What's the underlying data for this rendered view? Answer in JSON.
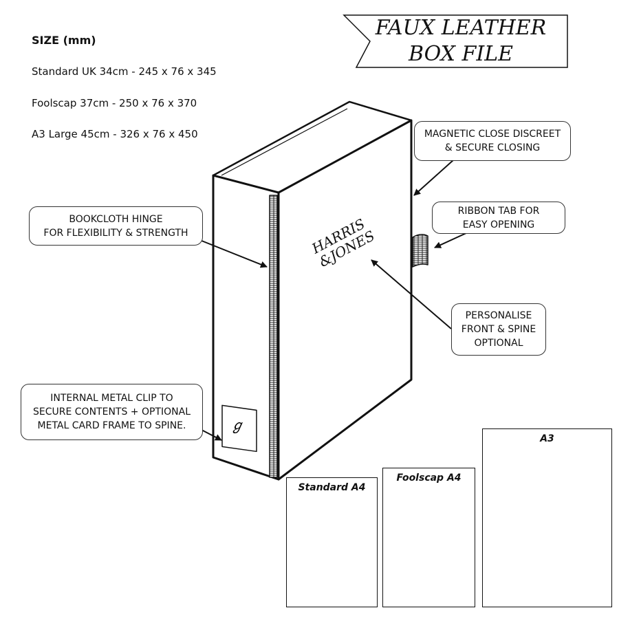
{
  "title": {
    "line1": "FAUX LEATHER",
    "line2": "BOX FILE"
  },
  "sizes": {
    "heading": "SIZE (mm)",
    "items": [
      "Standard UK 34cm - 245 x 76 x 345",
      "Foolscap 37cm - 250 x 76 x 370",
      "A3 Large 45cm - 326 x 76 x 450"
    ]
  },
  "callouts": {
    "magnetic": [
      "MAGNETIC CLOSE DISCREET",
      "& SECURE CLOSING"
    ],
    "ribbon": [
      "RIBBON TAB FOR",
      "EASY OPENING"
    ],
    "bookcloth": [
      "BOOKCLOTH HINGE",
      "FOR FLEXIBILITY & STRENGTH"
    ],
    "personalise": [
      "PERSONALISE",
      "FRONT & SPINE",
      "OPTIONAL"
    ],
    "clip": [
      "INTERNAL METAL CLIP TO",
      "SECURE CONTENTS + OPTIONAL",
      "METAL CARD FRAME TO SPINE."
    ]
  },
  "brand": {
    "line1": "HARRIS",
    "line2": "&JONES"
  },
  "paper_sizes": [
    "Standard A4",
    "Foolscap A4",
    "A3"
  ]
}
